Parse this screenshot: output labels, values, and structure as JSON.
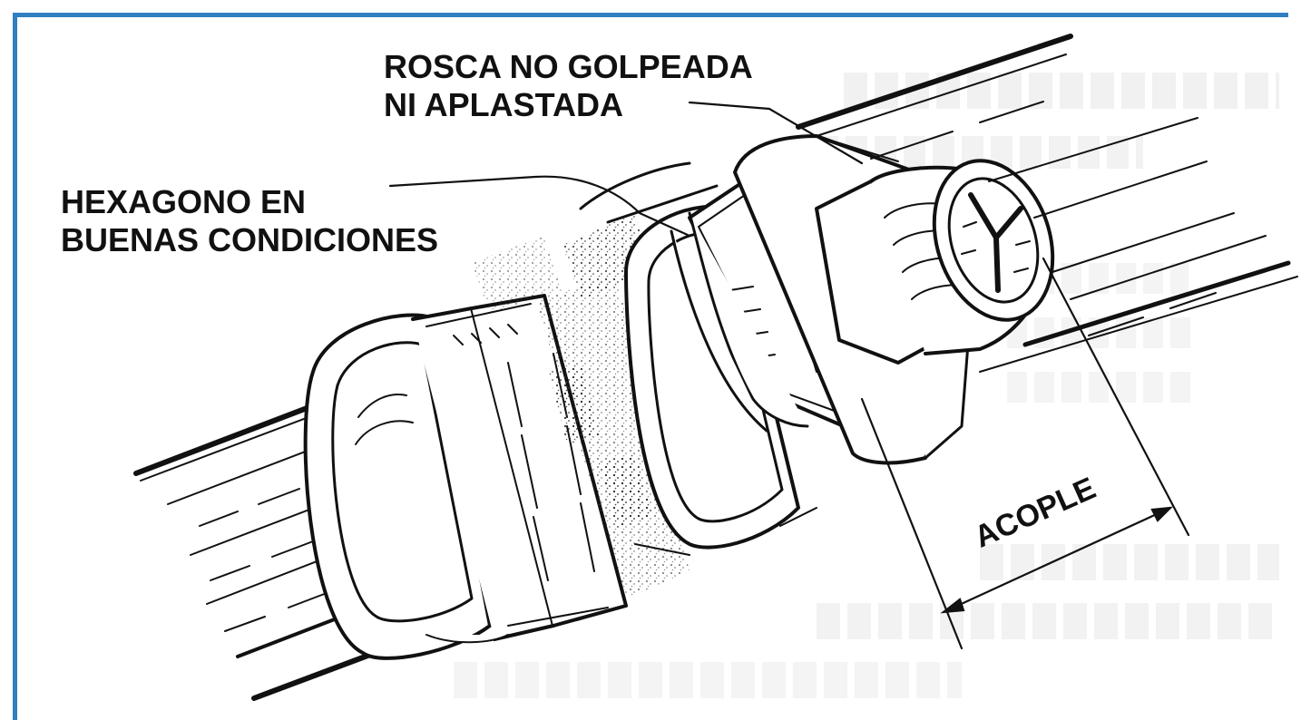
{
  "labels": {
    "rosca": [
      "ROSCA NO GOLPEADA",
      "NI APLASTADA"
    ],
    "hexagono": [
      "HEXAGONO EN",
      "BUENAS CONDICIONES"
    ],
    "acople": "ACOPLE"
  },
  "colors": {
    "frame": "#2f7fc1",
    "ink": "#111111",
    "bleed_through": "#cfcfcf"
  }
}
